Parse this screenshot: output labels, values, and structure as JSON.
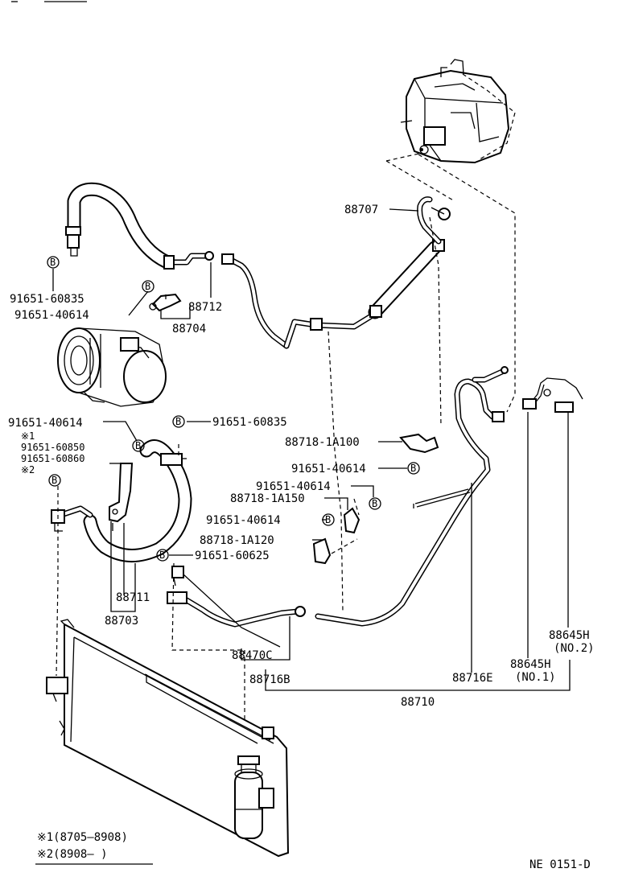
{
  "diagram_code": "NE 0151-D",
  "bolt_marker": "B",
  "footnotes": {
    "note1": "※1(8705–8908)",
    "note2": "※2(8908–      )"
  },
  "labels": {
    "p88707": "88707",
    "p91651_60835_top": "91651-60835",
    "p91651_40614_top": "91651-40614",
    "p88712": "88712",
    "p88704": "88704",
    "p91651_40614_left": "91651-40614",
    "mark1": "※1",
    "p91651_60850": "91651-60850",
    "p91651_60860": "91651-60860",
    "mark2": "※2",
    "p91651_60835_mid": "91651-60835",
    "p88718_1A100": "88718-1A100",
    "p91651_40614_r1": "91651-40614",
    "p91651_40614_r2": "91651-40614",
    "p88718_1A150": "88718-1A150",
    "p91651_40614_r3": "91651-40614",
    "p88718_1A120": "88718-1A120",
    "p91651_60625": "91651-60625",
    "p88711": "88711",
    "p88703": "88703",
    "p88470C": "88470C",
    "p88716B": "88716B",
    "p88716E": "88716E",
    "p88645H_1": "88645H",
    "no1": "(NO.1)",
    "p88645H_2": "88645H",
    "no2": "(NO.2)",
    "p88710": "88710"
  }
}
